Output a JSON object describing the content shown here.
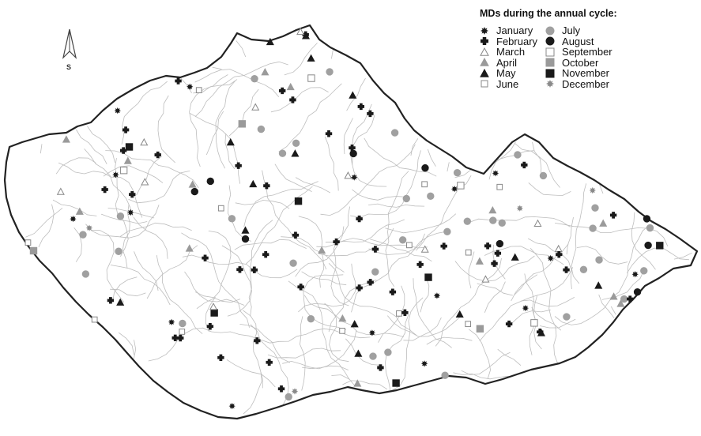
{
  "legend": {
    "title": "MDs during the annual cycle:",
    "months": [
      {
        "label": "January",
        "symbol": "star-dark",
        "color": "#1a1a1a"
      },
      {
        "label": "February",
        "symbol": "plus-dark",
        "color": "#1a1a1a"
      },
      {
        "label": "March",
        "symbol": "triangle-open",
        "color": "#888888"
      },
      {
        "label": "April",
        "symbol": "triangle-grey",
        "color": "#9a9a9a"
      },
      {
        "label": "May",
        "symbol": "triangle-dark",
        "color": "#1a1a1a"
      },
      {
        "label": "June",
        "symbol": "square-open-sm",
        "color": "#888888"
      },
      {
        "label": "July",
        "symbol": "circle-grey",
        "color": "#a0a0a0"
      },
      {
        "label": "August",
        "symbol": "circle-dark",
        "color": "#1a1a1a"
      },
      {
        "label": "September",
        "symbol": "square-open",
        "color": "#888888"
      },
      {
        "label": "October",
        "symbol": "square-grey",
        "color": "#9a9a9a"
      },
      {
        "label": "November",
        "symbol": "square-dark",
        "color": "#1a1a1a"
      },
      {
        "label": "December",
        "symbol": "star-grey",
        "color": "#8a8a8a"
      }
    ]
  },
  "north_arrow": {
    "label": "S"
  },
  "colors": {
    "border": "#222222",
    "rivers": "#bdbdbd"
  }
}
